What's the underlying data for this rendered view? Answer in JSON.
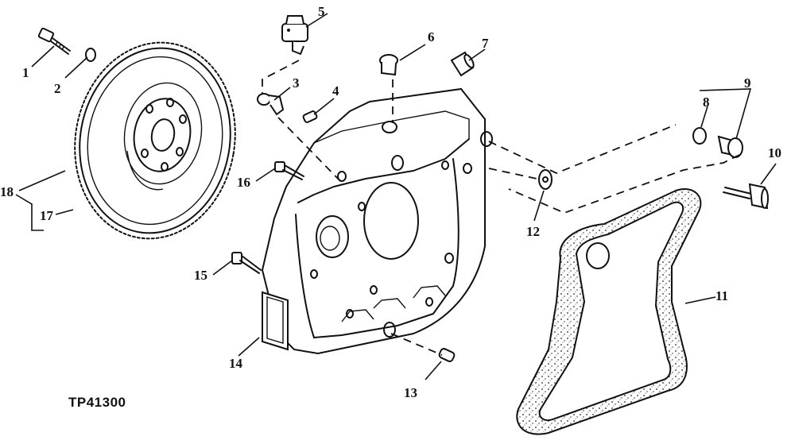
{
  "figure": {
    "code": "TP41300",
    "callouts": [
      "1",
      "2",
      "3",
      "4",
      "5",
      "6",
      "7",
      "8",
      "9",
      "10",
      "11",
      "12",
      "13",
      "14",
      "15",
      "16",
      "17",
      "18"
    ]
  }
}
